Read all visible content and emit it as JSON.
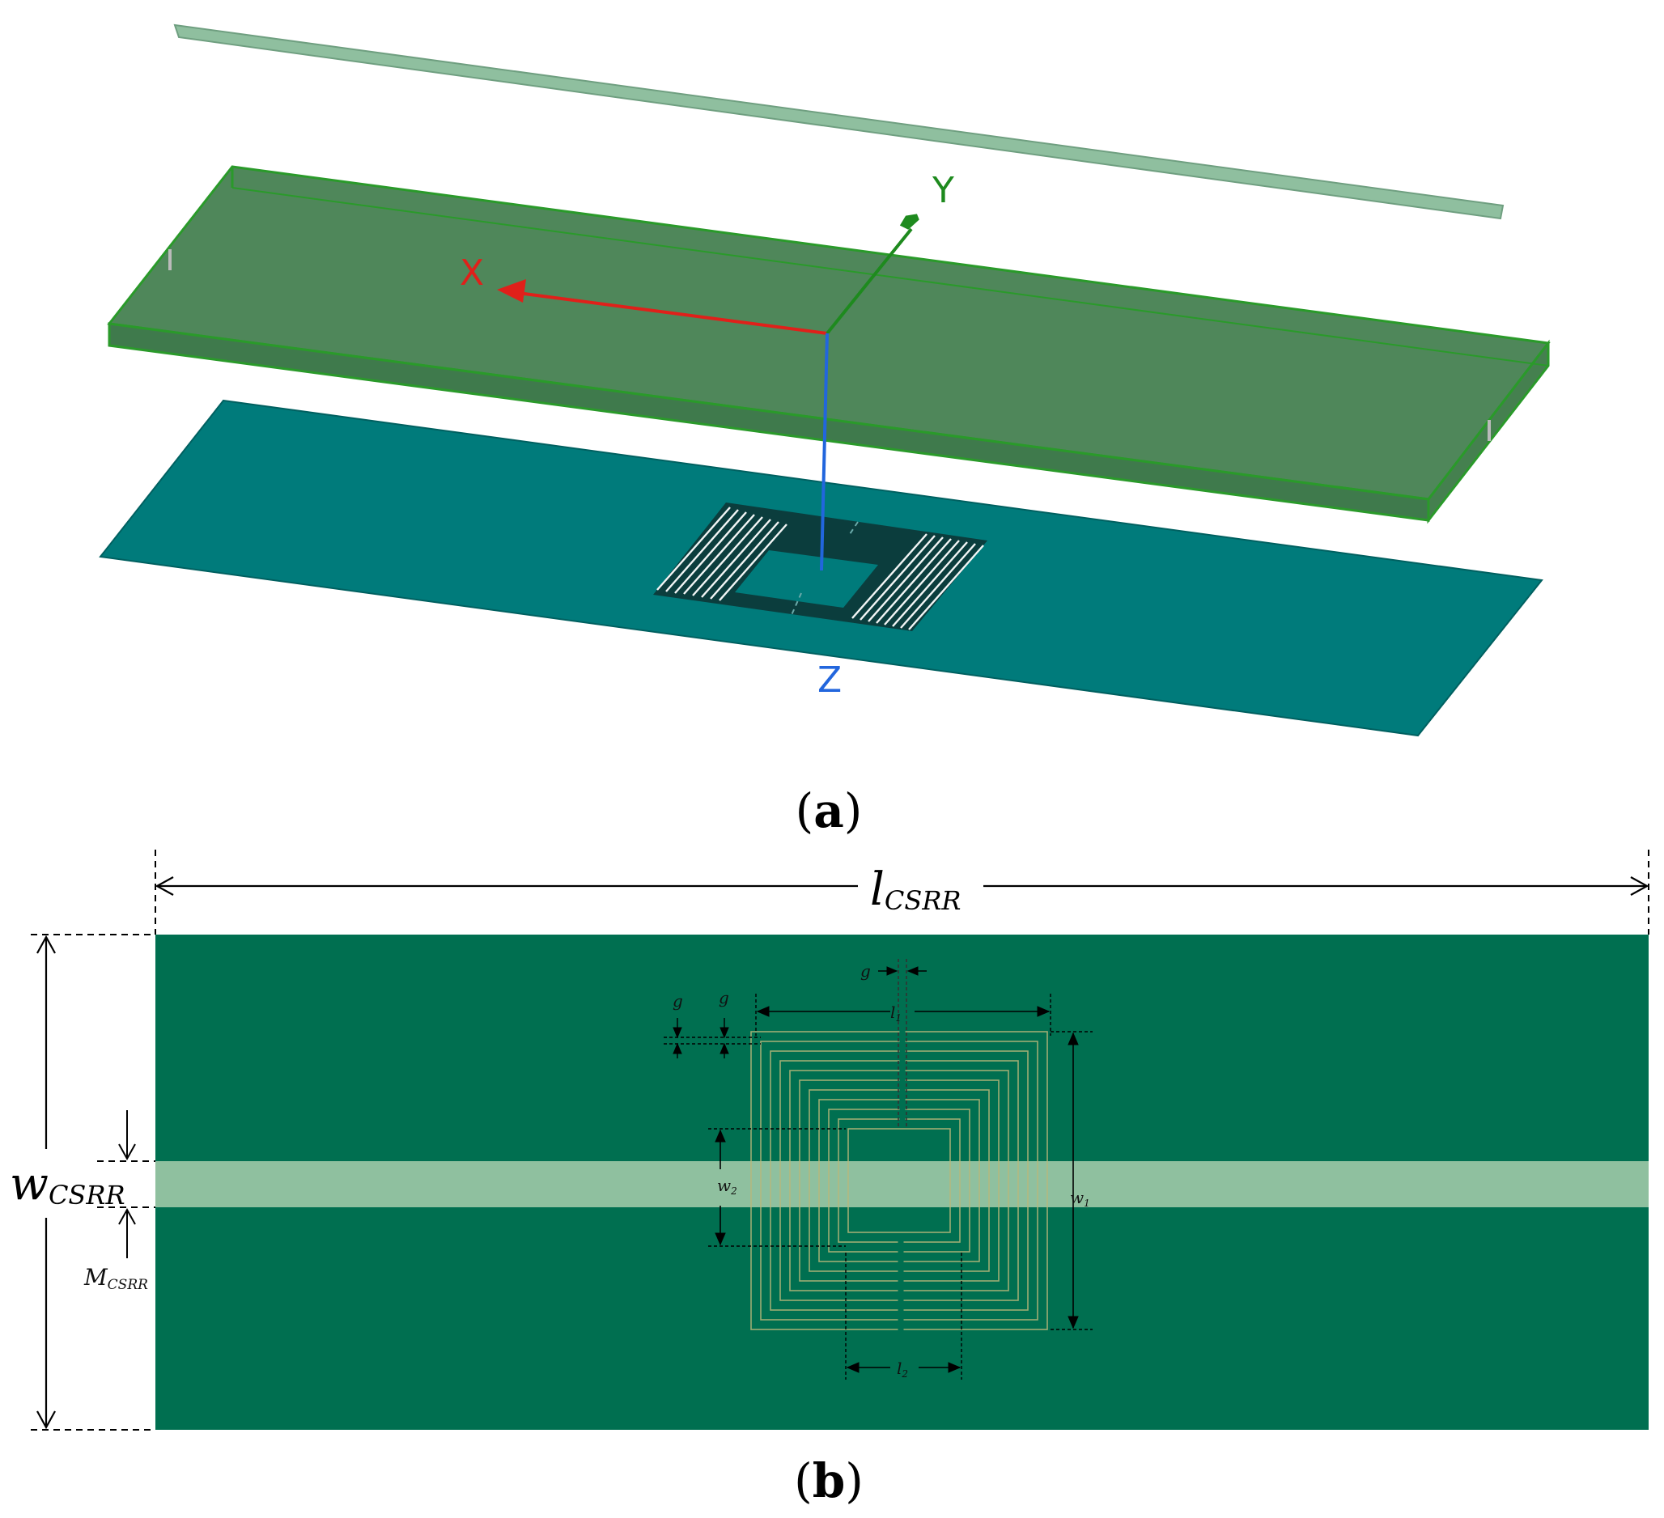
{
  "panel_a": {
    "caption_open": "(",
    "caption_letter": "a",
    "caption_close": ")",
    "axes": {
      "x": "X",
      "y": "Y",
      "z": "Z"
    },
    "colors": {
      "x_axis": "#e0201a",
      "y_axis": "#1e8a1e",
      "z_axis": "#2266dd",
      "top_strip": "#8fbf9f",
      "substrate": "#4e8658",
      "substrate_edge": "#2a9a2a",
      "ground_plane": "#007b7b",
      "csrr_slot": "#0b3d3d"
    }
  },
  "panel_b": {
    "caption_open": "(",
    "caption_letter": "b",
    "caption_close": ")",
    "labels": {
      "l_csrr_main": "l",
      "l_csrr_sub": "CSRR",
      "w_csrr_main": "w",
      "w_csrr_sub": "CSRR",
      "m_csrr_main": "M",
      "m_csrr_sub": "CSRR",
      "g1": "g",
      "g2": "g",
      "g3": "g",
      "l1_main": "l",
      "l1_sub": "1",
      "l2_main": "l",
      "l2_sub": "2",
      "w1_main": "w",
      "w1_sub": "1",
      "w2_main": "w",
      "w2_sub": "2"
    },
    "colors": {
      "board": "#006f50",
      "microstrip": "#8fc09f",
      "rings": "#b9b77a"
    }
  }
}
